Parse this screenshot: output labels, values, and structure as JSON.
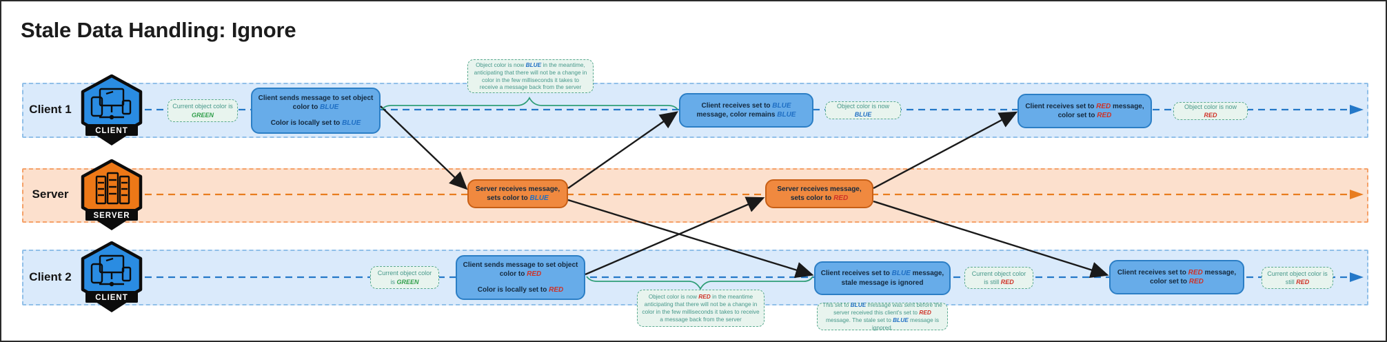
{
  "title": "Stale Data Handling: Ignore",
  "colors": {
    "lane_blue_bg": "#daeafb",
    "lane_blue_border": "#90bfe8",
    "lane_orange_bg": "#fce0cd",
    "lane_orange_border": "#f5a067",
    "client_box_fill": "#67ace9",
    "client_box_border": "#2b7ec5",
    "server_box_fill": "#f0893f",
    "server_box_border": "#c75f16",
    "note_fill": "#e8f4ee",
    "note_border": "#58a98e",
    "note_text": "#46988a",
    "keyword_blue": "#1f6fc4",
    "keyword_red": "#cf3126",
    "keyword_green": "#2f9e49",
    "timeline_blue": "#2478c8",
    "timeline_orange": "#e87c1f",
    "arrow_black": "#1a1a1a",
    "brace_green": "#2f9e77",
    "badge_client_fill": "#2a8ce2",
    "badge_server_fill": "#ed7817"
  },
  "lanes": {
    "client1": {
      "label": "Client 1",
      "badge": "CLIENT"
    },
    "server": {
      "label": "Server",
      "badge": "SERVER"
    },
    "client2": {
      "label": "Client 2",
      "badge": "CLIENT"
    }
  },
  "boxes": {
    "c1_send": {
      "p1": [
        {
          "t": "Client sends message to set object color to "
        },
        {
          "t": "BLUE",
          "k": "blue"
        }
      ],
      "p2": [
        {
          "t": "Color is locally set to "
        },
        {
          "t": "BLUE",
          "k": "blue"
        }
      ]
    },
    "c1_recv_blue": {
      "p1": [
        {
          "t": "Client receives set to "
        },
        {
          "t": "BLUE",
          "k": "blue"
        },
        {
          "t": " message, color remains "
        },
        {
          "t": "BLUE",
          "k": "blue"
        }
      ]
    },
    "c1_recv_red": {
      "p1": [
        {
          "t": "Client receives set to "
        },
        {
          "t": "RED",
          "k": "red"
        },
        {
          "t": " message, color set to "
        },
        {
          "t": "RED",
          "k": "red"
        }
      ]
    },
    "srv_blue": {
      "p1": [
        {
          "t": "Server receives message, sets color to "
        },
        {
          "t": "BLUE",
          "k": "blue"
        }
      ]
    },
    "srv_red": {
      "p1": [
        {
          "t": "Server receives message, sets color to "
        },
        {
          "t": "RED",
          "k": "red"
        }
      ]
    },
    "c2_send": {
      "p1": [
        {
          "t": "Client sends message to set object color to "
        },
        {
          "t": "RED",
          "k": "red"
        }
      ],
      "p2": [
        {
          "t": "Color is locally set to "
        },
        {
          "t": "RED",
          "k": "red"
        }
      ]
    },
    "c2_recv_blue": {
      "p1": [
        {
          "t": "Client receives set to "
        },
        {
          "t": "BLUE",
          "k": "blue"
        },
        {
          "t": " message, stale message is ignored"
        }
      ]
    },
    "c2_recv_red": {
      "p1": [
        {
          "t": "Client receives set to "
        },
        {
          "t": "RED",
          "k": "red"
        },
        {
          "t": " message, color set to "
        },
        {
          "t": "RED",
          "k": "red"
        }
      ]
    }
  },
  "notes": {
    "c1_current_green": [
      {
        "t": "Current object color is "
      },
      {
        "t": "GREEN",
        "k": "green"
      }
    ],
    "c1_meantime": [
      {
        "t": "Object color is now "
      },
      {
        "t": "BLUE",
        "k": "blue"
      },
      {
        "t": " in the meantime, anticipating that there will not be a change in color in the few milliseconds it takes to receive a message back from the server"
      }
    ],
    "c1_now_blue": [
      {
        "t": "Object color is now "
      },
      {
        "t": "BLUE",
        "k": "blue"
      }
    ],
    "c1_now_red": [
      {
        "t": "Object color is now "
      },
      {
        "t": "RED",
        "k": "red"
      }
    ],
    "c2_current_green": [
      {
        "t": "Current object color is "
      },
      {
        "t": "GREEN",
        "k": "green"
      }
    ],
    "c2_meantime": [
      {
        "t": "Object color is now "
      },
      {
        "t": "RED",
        "k": "red"
      },
      {
        "t": " in the meantime anticipating that there will not be a change in color in the few milliseconds it takes to receive a message back from the server"
      }
    ],
    "c2_stale": [
      {
        "t": "This set to "
      },
      {
        "t": "BLUE",
        "k": "blue"
      },
      {
        "t": " message was sent before the server received this client's set to "
      },
      {
        "t": "RED",
        "k": "red"
      },
      {
        "t": " message. The stale set to "
      },
      {
        "t": "BLUE",
        "k": "blue"
      },
      {
        "t": " message is ignored."
      }
    ],
    "c2_still_red_mid": [
      {
        "t": "Current object color is still "
      },
      {
        "t": "RED",
        "k": "red"
      }
    ],
    "c2_still_red_end": [
      {
        "t": "Current object color is still "
      },
      {
        "t": "RED",
        "k": "red"
      }
    ]
  }
}
